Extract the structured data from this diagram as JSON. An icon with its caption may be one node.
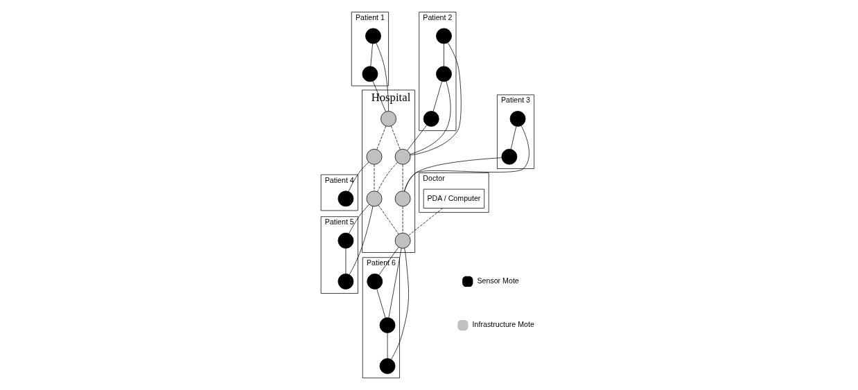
{
  "diagram": {
    "nodes": [
      {
        "text": [
          "Patient 1"
        ]
      },
      {
        "text": [],
        "shape": "circle",
        "in": 0
      },
      {
        "text": [],
        "shape": "circle",
        "in": 0
      },
      {
        "text": [
          "Patient 2"
        ]
      },
      {
        "text": [],
        "shape": "circle",
        "in": 3
      },
      {
        "text": [],
        "shape": "circle",
        "in": 3
      },
      {
        "text": [],
        "shape": "circle",
        "in": 3
      },
      {
        "text": [
          "Patient 3"
        ]
      },
      {
        "text": [],
        "shape": "circle",
        "in": 7
      },
      {
        "text": [],
        "shape": "circle",
        "in": 7
      },
      {
        "text": [
          "Doctor"
        ]
      },
      {
        "text": [
          "PDA / Computer"
        ],
        "in": 10
      },
      {
        "text": [
          "Hospital"
        ]
      },
      {
        "text": [],
        "shape": "circle",
        "in": 12
      },
      {
        "text": [],
        "shape": "circle",
        "in": 12
      },
      {
        "text": [],
        "shape": "circle",
        "in": 12
      },
      {
        "text": [],
        "shape": "circle",
        "in": 12
      },
      {
        "text": [],
        "shape": "circle",
        "in": 12
      },
      {
        "text": [],
        "shape": "circle",
        "in": 12
      },
      {
        "text": [
          "Patient 4"
        ]
      },
      {
        "text": [],
        "shape": "circle",
        "in": 19
      },
      {
        "text": [
          "Patient 5"
        ]
      },
      {
        "text": [],
        "shape": "circle",
        "in": 21
      },
      {
        "text": [],
        "shape": "circle",
        "in": 21
      },
      {
        "text": [
          "Patient 6"
        ]
      },
      {
        "text": [],
        "shape": "circle",
        "in": 24
      },
      {
        "text": [],
        "shape": "circle",
        "in": 24
      },
      {
        "text": [],
        "shape": "circle",
        "in": 24
      }
    ],
    "edges": [
      {
        "from": 1,
        "to": 2,
        "arrow": "none"
      },
      {
        "from": 1,
        "to": 13,
        "arrow": "none"
      },
      {
        "from": 2,
        "to": 13,
        "arrow": "none"
      },
      {
        "from": 4,
        "to": 5,
        "arrow": "none"
      },
      {
        "from": 5,
        "to": 6,
        "arrow": "none"
      },
      {
        "from": 4,
        "to": 14,
        "arrow": "none"
      },
      {
        "from": 5,
        "to": 14,
        "arrow": "none"
      },
      {
        "from": 6,
        "to": 14,
        "arrow": "none"
      },
      {
        "from": 8,
        "to": 9,
        "arrow": "none"
      },
      {
        "from": 8,
        "to": 15,
        "arrow": "none"
      },
      {
        "from": 9,
        "to": 15,
        "arrow": "none"
      },
      {
        "from": 11,
        "to": 18,
        "arrow": "none",
        "style": "dashed"
      },
      {
        "from": 13,
        "to": 14,
        "arrow": "none",
        "style": "dashed"
      },
      {
        "from": 14,
        "to": 15,
        "arrow": "none",
        "style": "dashed"
      },
      {
        "from": 13,
        "to": 16,
        "arrow": "none",
        "style": "dashed"
      },
      {
        "from": 14,
        "to": 17,
        "arrow": "none",
        "style": "dashed"
      },
      {
        "from": 15,
        "to": 18,
        "arrow": "none",
        "style": "dashed"
      },
      {
        "from": 16,
        "to": 17,
        "arrow": "none",
        "style": "dashed"
      },
      {
        "from": 17,
        "to": 18,
        "arrow": "none",
        "style": "dashed"
      },
      {
        "from": 16,
        "to": 20,
        "arrow": "none"
      },
      {
        "from": 17,
        "to": 22,
        "arrow": "none"
      },
      {
        "from": 17,
        "to": 23,
        "arrow": "none"
      },
      {
        "from": 22,
        "to": 23,
        "arrow": "none"
      },
      {
        "from": 18,
        "to": 25,
        "arrow": "none"
      },
      {
        "from": 18,
        "to": 26,
        "arrow": "none"
      },
      {
        "from": 18,
        "to": 27,
        "arrow": "none"
      },
      {
        "from": 25,
        "to": 26,
        "arrow": "none"
      },
      {
        "from": 26,
        "to": 27,
        "arrow": "none"
      }
    ],
    "legend": [
      {
        "text": "Sensor Mote",
        "color": "#000000"
      },
      {
        "text": "Infrastructure Mote",
        "color": "#c0c0c0"
      }
    ]
  }
}
